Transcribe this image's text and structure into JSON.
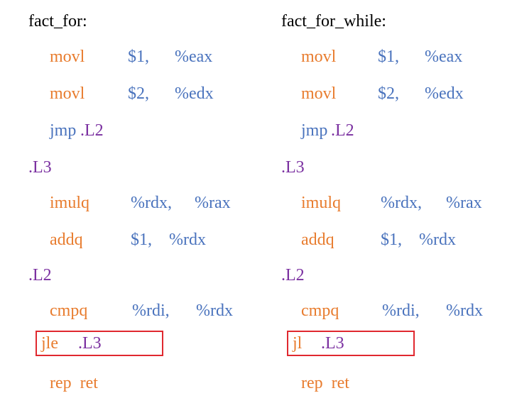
{
  "colors": {
    "mnemonic": "#E87C2E",
    "operand": "#4A73BD",
    "label": "#7A2FA0",
    "highlight_box": "#E0282F",
    "title": "#000000"
  },
  "left": {
    "title": "fact_for:",
    "lines": [
      {
        "op": "movl",
        "a1": "$1,",
        "a2": "%eax"
      },
      {
        "op": "movl",
        "a1": "$2,",
        "a2": "%edx"
      },
      {
        "op": "jmp",
        "a1": ".L2"
      },
      {
        "label": ".L3"
      },
      {
        "op": "imulq",
        "a1": "%rdx,",
        "a2": "%rax"
      },
      {
        "op": "addq",
        "a1": "$1,",
        "a2": "%rdx"
      },
      {
        "label": ".L2"
      },
      {
        "op": "cmpq",
        "a1": "%rdi,",
        "a2": "%rdx"
      },
      {
        "op": "jle",
        "a1": ".L3",
        "highlighted": true
      },
      {
        "op": "rep  ret"
      }
    ]
  },
  "right": {
    "title": "fact_for_while:",
    "lines": [
      {
        "op": "movl",
        "a1": "$1,",
        "a2": "%eax"
      },
      {
        "op": "movl",
        "a1": "$2,",
        "a2": "%edx"
      },
      {
        "op": "jmp",
        "a1": ".L2"
      },
      {
        "label": ".L3"
      },
      {
        "op": "imulq",
        "a1": "%rdx,",
        "a2": "%rax"
      },
      {
        "op": "addq",
        "a1": "$1,",
        "a2": "%rdx"
      },
      {
        "label": ".L2"
      },
      {
        "op": "cmpq",
        "a1": "%rdi,",
        "a2": "%rdx"
      },
      {
        "op": "jl",
        "a1": ".L3",
        "highlighted": true
      },
      {
        "op": "rep  ret"
      }
    ]
  }
}
